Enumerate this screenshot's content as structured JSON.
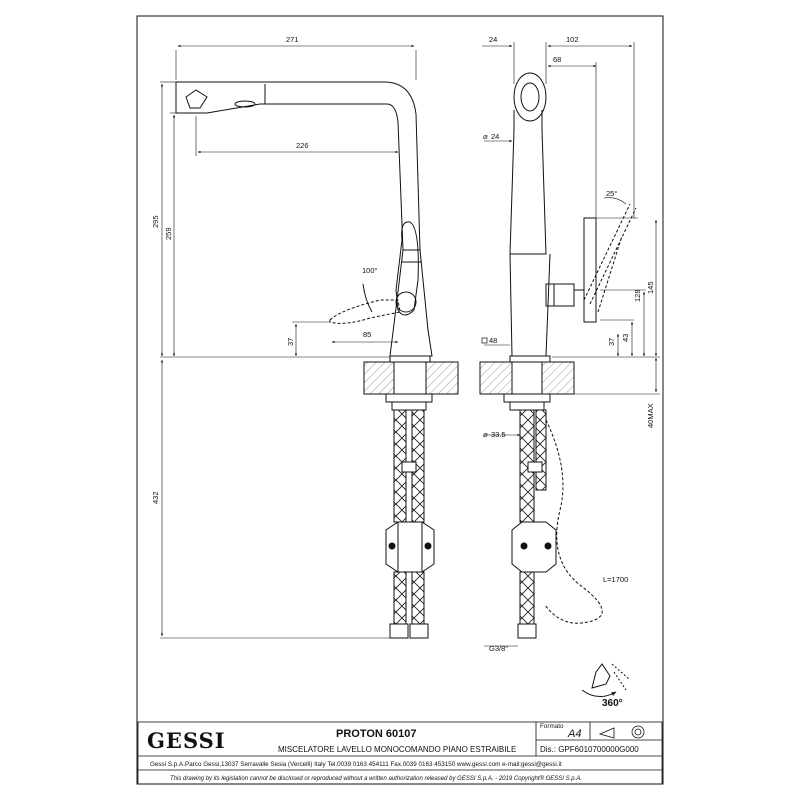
{
  "dimensions": {
    "width_271": "271",
    "width_226": "226",
    "height_295": "295",
    "height_259": "259",
    "angle_100": "100°",
    "depth_85": "85",
    "height_37_left": "37",
    "height_432": "432",
    "width_24": "24",
    "width_102": "102",
    "width_68": "68",
    "dia_24": "24",
    "angle_25": "25°",
    "height_128": "128",
    "height_145": "145",
    "height_37_right": "37",
    "height_43": "43",
    "square_48": "48",
    "dia_33_5": "33.5",
    "max_40": "40MAX",
    "hose_length": "L=1700",
    "thread": "G3/8\"",
    "rotation": "360°"
  },
  "title_block": {
    "logo": "GESSI",
    "product_title": "PROTON 60107",
    "description": "MISCELATORE LAVELLO MONOCOMANDO PIANO ESTRAIBILE",
    "format_label": "Formato",
    "format_value": "A4",
    "dis_label": "Dis.: GPF6010700000G000",
    "address": "Gessi S.p.A.Parco Gessi,13037 Serravalle Sesia (Vercelli) Italy Tel.0039 0163 454111 Fax.0039 0163 453150 www.gessi.com e-mail:gessi@gessi.it",
    "disclaimer": "This drawing by its legislation cannot be disclosed or reproduced without a written authorization released by GESSI S.p.A. - 2019 Copyright® GESSI S.p.A."
  }
}
